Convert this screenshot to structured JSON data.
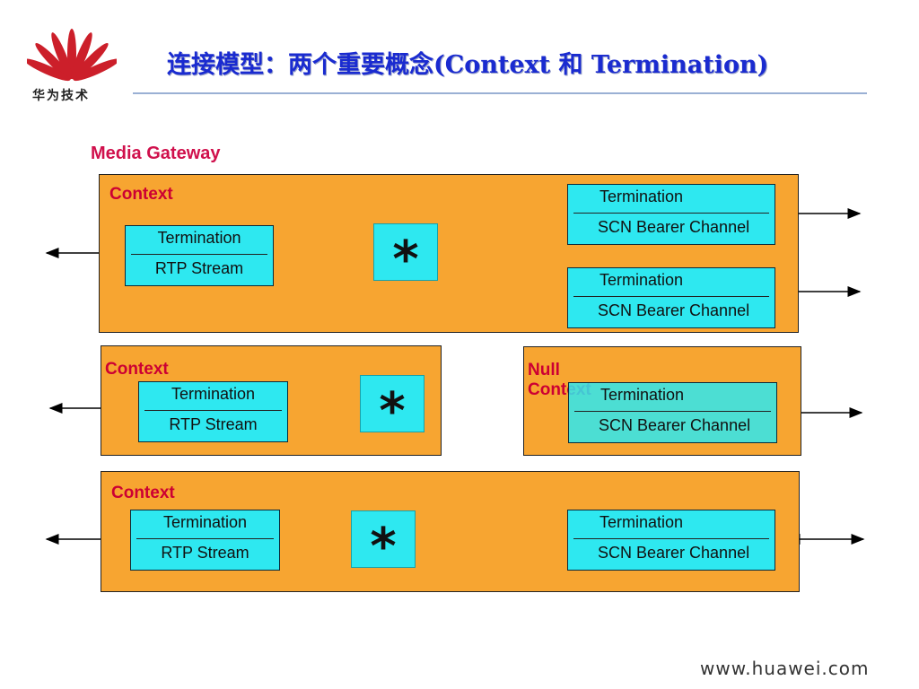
{
  "brand": {
    "logo_text": "华为技术",
    "logo_color": "#cc1f2a",
    "url": "www.huawei.com"
  },
  "title": "连接模型：两个重要概念(Context 和 Termination)",
  "media_gateway_label": "Media Gateway",
  "colors": {
    "context_fill": "#f7a531",
    "termination_fill": "#2ee8f0",
    "label_red": "#cc0033",
    "title_blue": "#1a2bd0"
  },
  "symbols": {
    "star": "*"
  },
  "contexts": [
    {
      "label": "Context",
      "terminations": [
        {
          "name": "Termination",
          "type": "RTP Stream"
        },
        {
          "name": "Termination",
          "type": "SCN Bearer Channel"
        },
        {
          "name": "Termination",
          "type": "SCN Bearer Channel"
        }
      ]
    },
    {
      "label": "Context",
      "terminations": [
        {
          "name": "Termination",
          "type": "RTP Stream"
        }
      ]
    },
    {
      "label": "Null Context",
      "terminations": [
        {
          "name": "Termination",
          "type": "SCN Bearer Channel"
        }
      ]
    },
    {
      "label": "Context",
      "terminations": [
        {
          "name": "Termination",
          "type": "RTP Stream"
        },
        {
          "name": "Termination",
          "type": "SCN Bearer Channel"
        }
      ]
    }
  ]
}
